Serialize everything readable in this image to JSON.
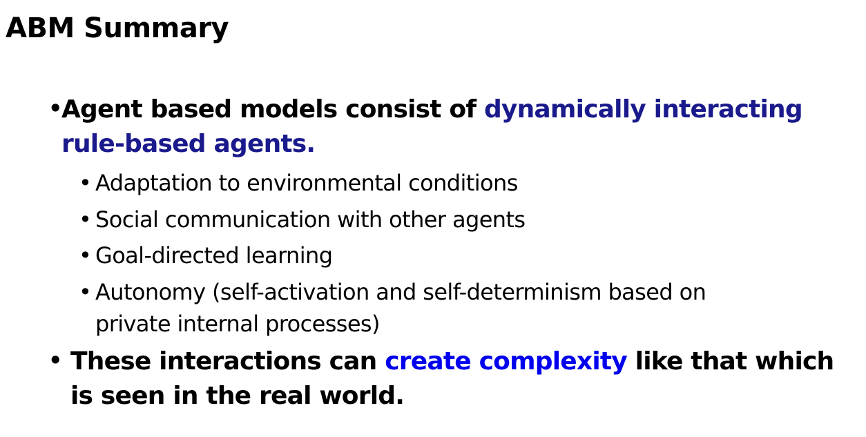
{
  "slide": {
    "title": "ABM Summary",
    "bullets": [
      {
        "lines": [
          {
            "plain": "Agent based models consist of ",
            "highlight": "dynamically interacting"
          },
          {
            "highlight": "rule-based agents."
          }
        ],
        "highlight_color": "#1a1a8c",
        "sub_bullets": [
          {
            "lines": [
              "Adaptation to environmental conditions"
            ]
          },
          {
            "lines": [
              "Social communication with other agents"
            ]
          },
          {
            "lines": [
              "Goal-directed learning"
            ]
          },
          {
            "lines": [
              "Autonomy (self-activation and self-determinism based on",
              "private internal processes)"
            ]
          }
        ]
      },
      {
        "lines": [
          {
            "plain": "These interactions can ",
            "highlight": "create complexity",
            "after": " like that which"
          },
          {
            "plain": "is seen in the real world."
          }
        ],
        "highlight_color": "#0000ee"
      }
    ],
    "bullet_glyph": "•"
  }
}
